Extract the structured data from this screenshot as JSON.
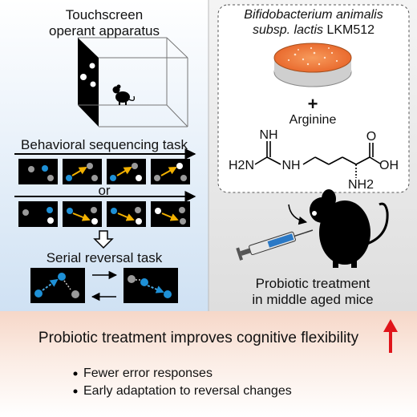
{
  "left": {
    "apparatus_title_line1": "Touchscreen",
    "apparatus_title_line2": "operant apparatus",
    "sequencing_title": "Behavioral sequencing task",
    "or_label": "or",
    "reversal_title": "Serial reversal task"
  },
  "right": {
    "bacterium_line1": "Bifidobacterium animalis",
    "bacterium_line2_italic": "subsp. lactis",
    "bacterium_line2_rest": " LKM512",
    "plus": "+",
    "arginine": "Arginine",
    "chem_h2n": "H2N",
    "chem_nh": "NH",
    "chem_nh_top": "NH",
    "chem_oh": "OH",
    "chem_o": "O",
    "chem_nh2": "NH2",
    "treatment_line1": "Probiotic treatment",
    "treatment_line2": "in middle aged mice"
  },
  "bottom": {
    "headline": "Probiotic treatment improves cognitive flexibility",
    "bullets": [
      "Fewer error responses",
      "Early adaptation to reversal changes"
    ]
  },
  "colors": {
    "screen": "#000000",
    "active_dot": "#1e90d6",
    "inactive_dot": "#9a9a9a",
    "arrow_up": "#e0151b",
    "arrow_yellow": "#f2b100",
    "petri_agar": "#f07a32"
  }
}
